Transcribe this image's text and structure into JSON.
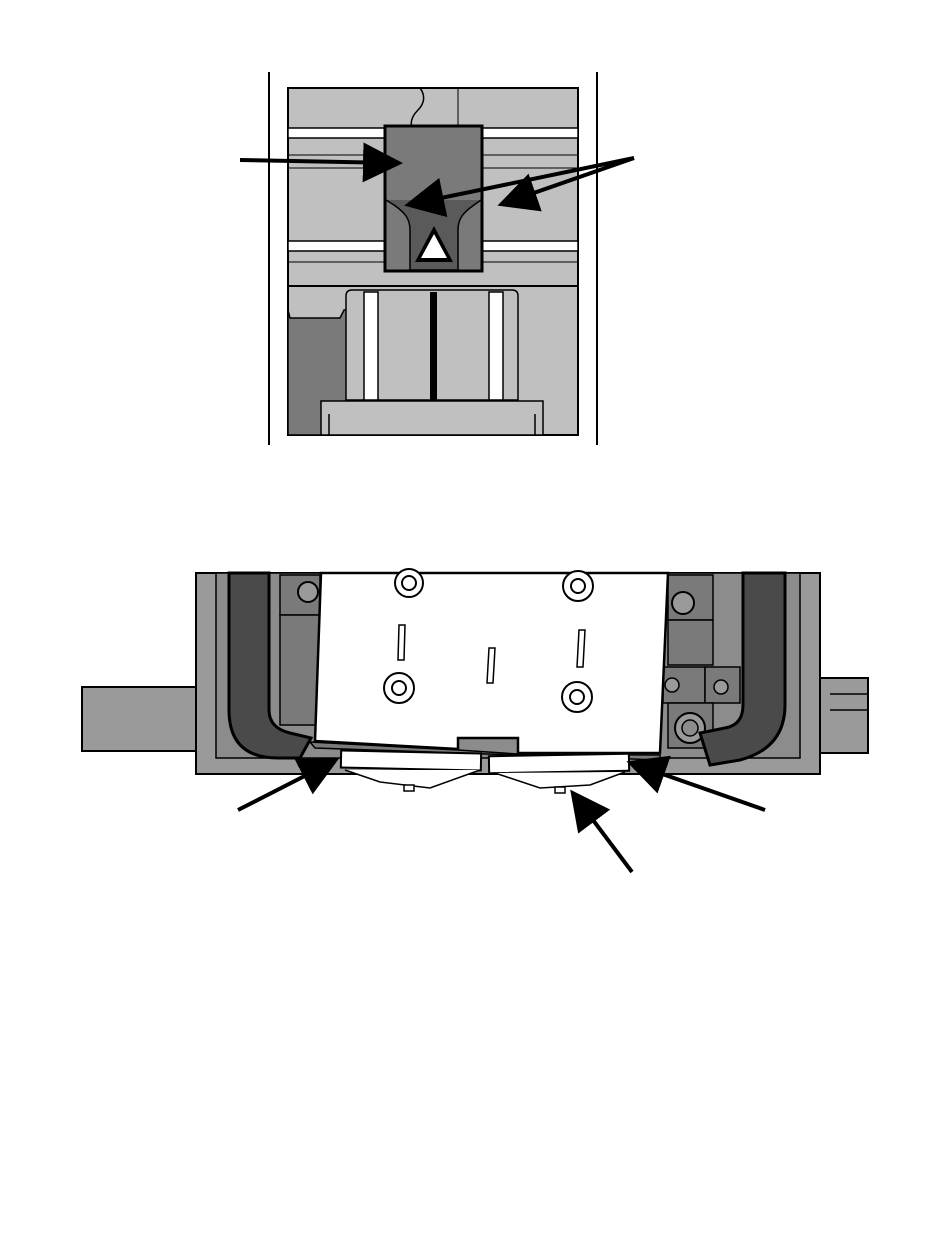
{
  "page": {
    "background": "#ffffff"
  },
  "colors": {
    "outline": "#000000",
    "light_gray": "#c0c0c0",
    "mid_gray": "#9a9a9a",
    "dark_gray": "#7a7a7a",
    "darker_gray": "#555555",
    "handle_gray": "#4a4a4a",
    "white": "#ffffff"
  },
  "figures": [
    {
      "id": "top-view",
      "description_icon": "carriage-top-view-illustration",
      "callout_arrows": 3
    },
    {
      "id": "front-view",
      "description_icon": "carriage-front-view-illustration",
      "callout_arrows": 3
    }
  ]
}
